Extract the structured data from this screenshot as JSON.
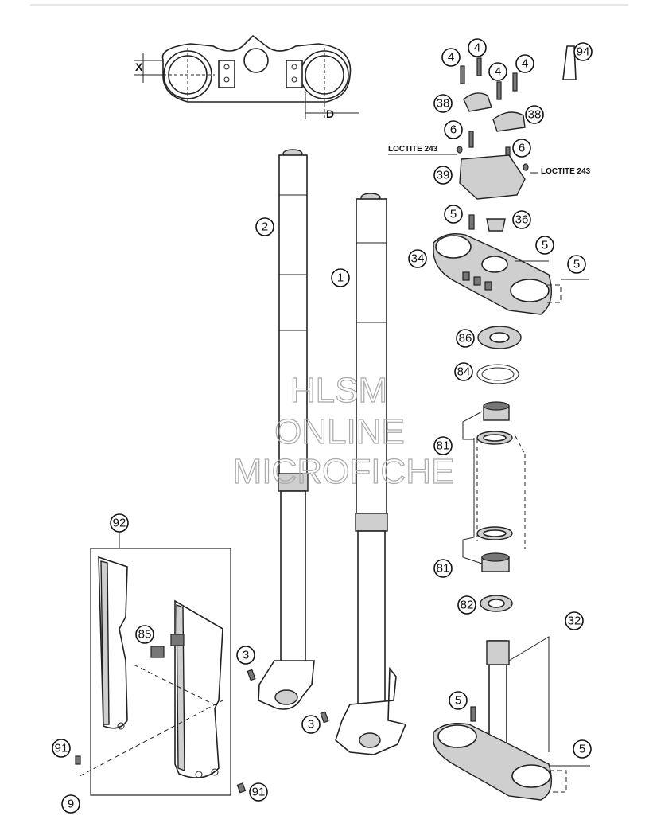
{
  "callouts": {
    "c94": "94",
    "c4a": "4",
    "c4b": "4",
    "c4c": "4",
    "c4d": "4",
    "c38a": "38",
    "c38b": "38",
    "c6a": "6",
    "c6b": "6",
    "c39": "39",
    "c5a": "5",
    "c36": "36",
    "c5b": "5",
    "c34": "34",
    "c5c": "5",
    "c86": "86",
    "c84": "84",
    "c81a": "81",
    "c81b": "81",
    "c82": "82",
    "c32": "32",
    "c5d": "5",
    "c5e": "5",
    "c2": "2",
    "c1": "1",
    "c3a": "3",
    "c3b": "3",
    "c92": "92",
    "c85": "85",
    "c91a": "91",
    "c91b": "91",
    "c9": "9"
  },
  "loctite": {
    "left": "LOCTITE 243",
    "right": "LOCTITE 243"
  },
  "dimensions": {
    "x": "X",
    "d": "D"
  },
  "watermark": {
    "line1": "HLSM",
    "line2": "ONLINE",
    "line3": "MICROFICHE"
  }
}
